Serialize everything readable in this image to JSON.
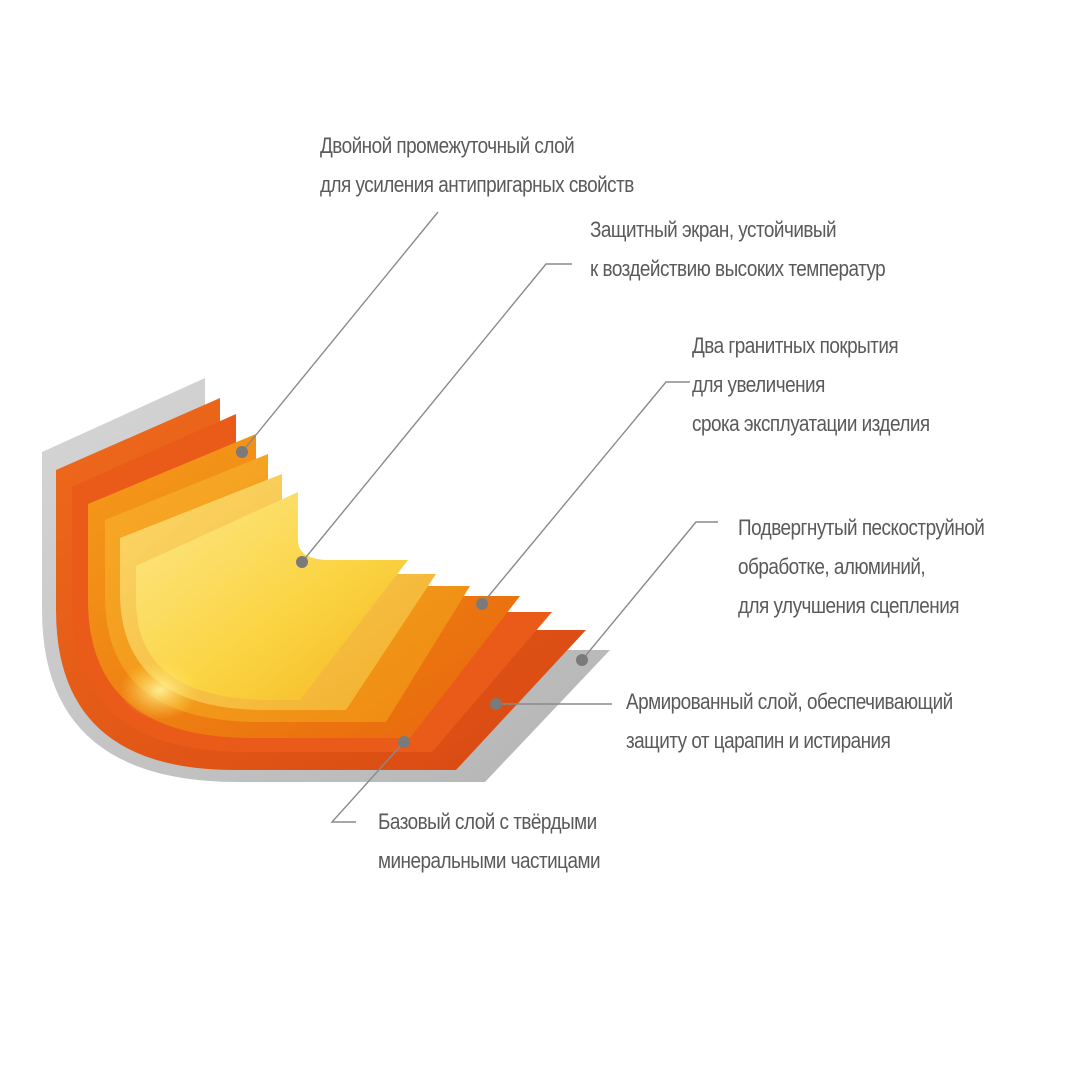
{
  "colors": {
    "base_gray": "#c4c4c4",
    "layer_dark_orange": "#e8541a",
    "layer_orange": "#f07e16",
    "layer_amber": "#f4a01c",
    "layer_light": "#f8c63a",
    "layer_yellow": "#fde04e",
    "leader_line": "#8a8a8a",
    "text": "#5a5a5a"
  },
  "callouts": [
    {
      "id": "double-intermediate",
      "lines": [
        "Двойной промежуточный слой",
        "для усиления антипригарных свойств"
      ]
    },
    {
      "id": "protective-screen",
      "lines": [
        "Защитный экран, устойчивый",
        "к воздействию высоких температур"
      ]
    },
    {
      "id": "granite-coatings",
      "lines": [
        "Два гранитных покрытия",
        "для увеличения",
        "срока эксплуатации изделия"
      ]
    },
    {
      "id": "sandblasted-aluminum",
      "lines": [
        "Подвергнутый пескоструйной",
        "обработке, алюминий,",
        "для улучшения сцепления"
      ]
    },
    {
      "id": "reinforced-layer",
      "lines": [
        "Армированный слой, обеспечивающий",
        "защиту от царапин и истирания"
      ]
    },
    {
      "id": "base-layer",
      "lines": [
        "Базовый слой с твёрдыми",
        "минеральными частицами"
      ]
    }
  ]
}
